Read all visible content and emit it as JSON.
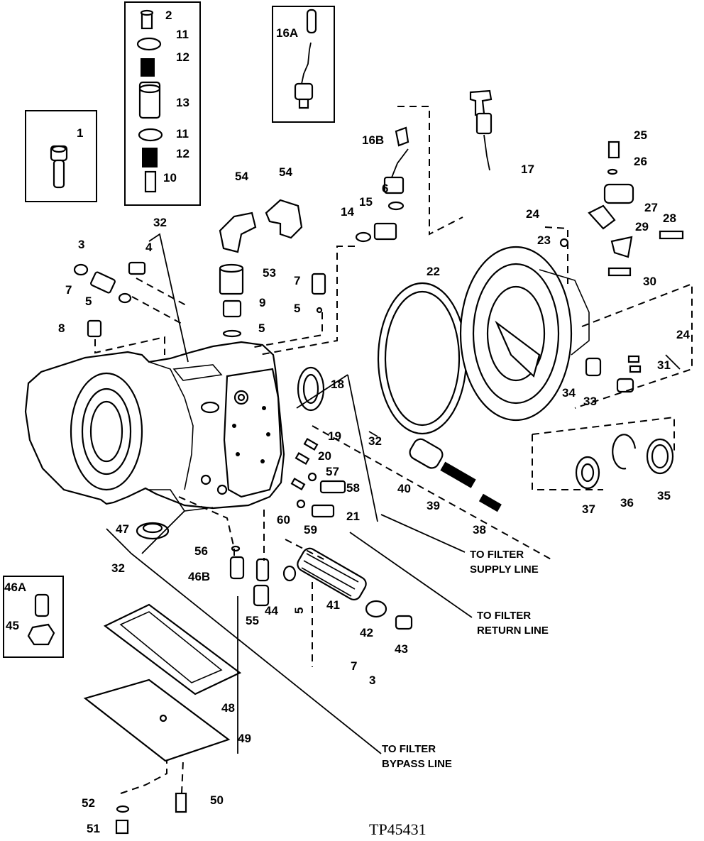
{
  "figure_code": "TP45431",
  "notes": {
    "filter_supply": [
      "TO FILTER",
      "SUPPLY LINE"
    ],
    "filter_return": [
      "TO FILTER",
      "RETURN LINE"
    ],
    "filter_bypass": [
      "TO FILTER",
      "BYPASS LINE"
    ]
  },
  "callouts": [
    "1",
    "2",
    "3",
    "4",
    "5",
    "6",
    "7",
    "8",
    "9",
    "10",
    "11",
    "12",
    "13",
    "14",
    "15",
    "16A",
    "16B",
    "17",
    "18",
    "19",
    "20",
    "21",
    "22",
    "23",
    "24",
    "25",
    "26",
    "27",
    "28",
    "29",
    "30",
    "31",
    "32",
    "33",
    "34",
    "35",
    "36",
    "37",
    "38",
    "39",
    "40",
    "41",
    "42",
    "43",
    "44",
    "45",
    "46A",
    "46B",
    "47",
    "48",
    "49",
    "50",
    "51",
    "52",
    "53",
    "54",
    "55",
    "56",
    "57",
    "58",
    "59",
    "60"
  ]
}
